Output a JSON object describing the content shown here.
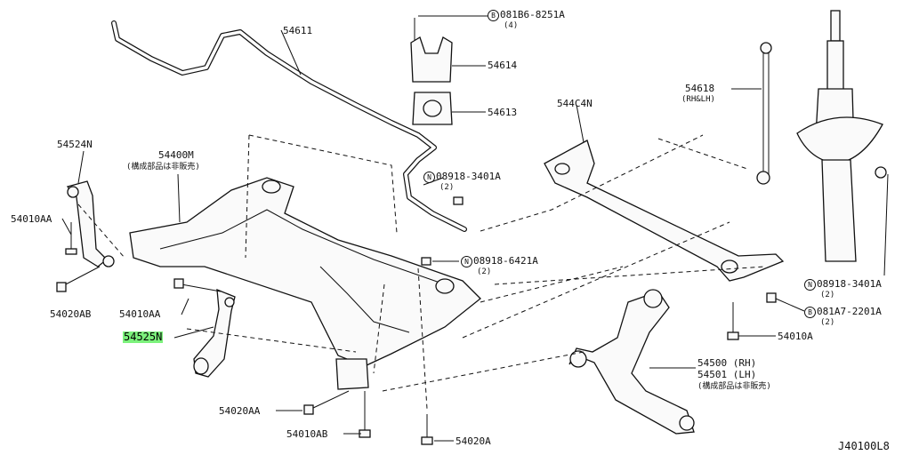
{
  "labels": {
    "p54611": "54611",
    "b081b6": "081B6-8251A",
    "b081b6_qty": "(4)",
    "p54614": "54614",
    "p54613": "54613",
    "p544c4n": "544C4N",
    "p54618": "54618",
    "p54618_sub": "(RH&LH)",
    "p54524n": "54524N",
    "p54400m": "54400M",
    "p54400m_note": "(構成部品は非販売)",
    "n08918_3401a_top": "08918-3401A",
    "n08918_3401a_top_qty": "(2)",
    "p54010aa_left": "54010AA",
    "n08918_6421a": "08918-6421A",
    "n08918_6421a_qty": "(2)",
    "n08918_3401a_right": "08918-3401A",
    "n08918_3401a_right_qty": "(2)",
    "p54020ab": "54020AB",
    "p54010aa_mid": "54010AA",
    "b081a7": "081A7-2201A",
    "b081a7_qty": "(2)",
    "p54525n": "54525N",
    "p54010a": "54010A",
    "p54500": "54500 (RH)",
    "p54501": "54501 (LH)",
    "p54500_note": "(構成部品は非販売)",
    "p54020aa": "54020AA",
    "p54010ab": "54010AB",
    "p54020a": "54020A",
    "diagram_code": "J40100L8"
  },
  "markers": {
    "bolt": "B",
    "nut": "N"
  },
  "colors": {
    "highlight": "#7cf27c",
    "ink": "#111111"
  }
}
